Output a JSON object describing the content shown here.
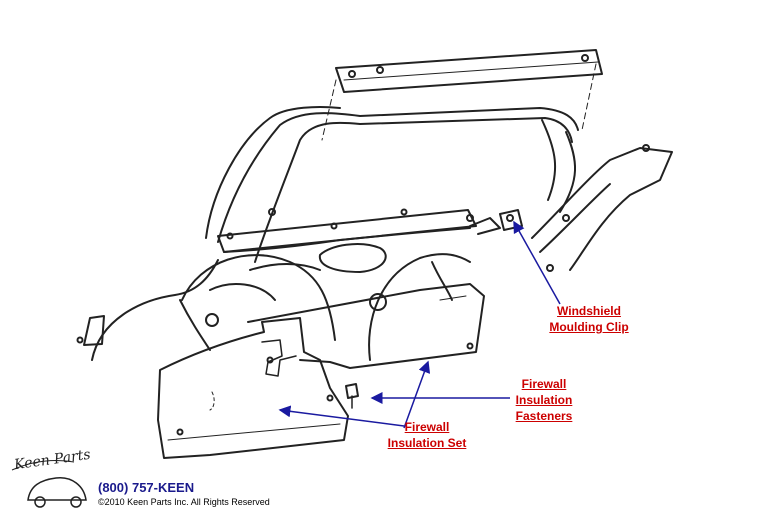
{
  "callouts": {
    "windshield_moulding_clip": [
      "Windshield",
      "Moulding Clip"
    ],
    "firewall_insulation_fasteners": [
      "Firewall",
      "Insulation",
      "Fasteners"
    ],
    "firewall_insulation_set": [
      "Firewall",
      "Insulation Set"
    ]
  },
  "footer": {
    "logo_text": "Keen Parts",
    "phone": "(800) 757-KEEN",
    "copyright": "©2010 Keen Parts Inc. All Rights Reserved"
  },
  "colors": {
    "label": "#cc0000",
    "arrow": "#1a1aa0",
    "line_art": "#222222"
  }
}
